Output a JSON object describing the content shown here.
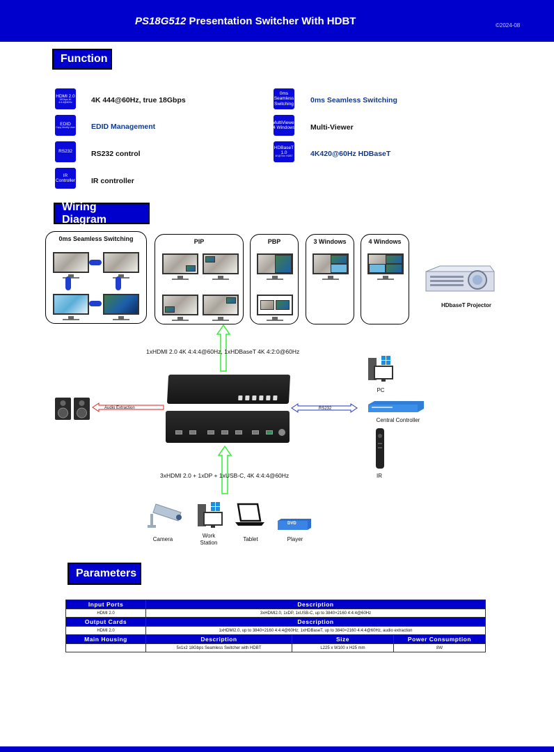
{
  "header": {
    "model": "PS18G512",
    "title_rest": " Presentation Switcher With HDBT",
    "copyright": "©2024-08"
  },
  "sections": {
    "function": "Function",
    "wiring": "Wiring Diagram",
    "parameters": "Parameters"
  },
  "features": [
    {
      "icon_title": "HDMI 2.0",
      "icon_sub": "18Gbps 4K 4:4:4@60Hz",
      "label": "4K 444@60Hz, true 18Gbps"
    },
    {
      "icon_title": "0ms Seamless Switching",
      "icon_sub": "",
      "label": "0ms Seamless Switching"
    },
    {
      "icon_title": "EDID",
      "icon_sub": "Copy Modify User",
      "label": "EDID Management"
    },
    {
      "icon_title": "MultiViewer 4 Windows",
      "icon_sub": "",
      "label": "Multi-Viewer"
    },
    {
      "icon_title": "RS232",
      "icon_sub": "",
      "label": "RS232 control"
    },
    {
      "icon_title": "HDBaseT 1.0",
      "icon_sub": "4K@70m HDBT",
      "label": "4K420@60Hz HDBaseT"
    },
    {
      "icon_title": "IR Controller",
      "icon_sub": "",
      "label": "IR controller"
    }
  ],
  "wiring": {
    "panels": {
      "seamless": "0ms Seamless Switching",
      "pip": "PIP",
      "pbp": "PBP",
      "three": "3 Windows",
      "four": "4 Windows"
    },
    "projector": "HDbaseT Projector",
    "output_caption": "1xHDMI 2.0  4K 4:4:4@60Hz,  1xHDBaseT 4K 4:2:0@60Hz",
    "input_caption": "3xHDMI 2.0 + 1xDP + 1xUSB-C,  4K 4:4:4@60Hz",
    "audio_label": "Audio Extraction",
    "rs232_label": "RS232",
    "pc": "PC",
    "controller": "Central Controller",
    "ir": "IR",
    "sources": [
      "Camera",
      "Work Station",
      "Tablet",
      "Player"
    ],
    "player_badge": "DVD"
  },
  "params": {
    "rows": [
      {
        "type": "hdr",
        "cells": [
          "Input Ports",
          "Description"
        ]
      },
      {
        "type": "row",
        "cells": [
          "HDMI 2.0",
          "3xHDMI2.0, 1xDP, 1xUSB-C, up to 3840×2160 4:4:4@60Hz"
        ]
      },
      {
        "type": "hdr",
        "cells": [
          "Output Cards",
          "Description"
        ]
      },
      {
        "type": "row",
        "cells": [
          "HDMI 2.0",
          "1xHDMI2.0, up to 3840×2160 4:4:4@60Hz; 1xHDBaseT, up to 3840×2160 4:4:4@60Hz, audio extraction"
        ]
      },
      {
        "type": "hdr4",
        "cells": [
          "Main Housing",
          "Description",
          "Size",
          "Power Consumption"
        ]
      },
      {
        "type": "row4",
        "cells": [
          "",
          "5x1x2 18Gbps Seamless Switcher with HDBT",
          "L225 x W100 x H25 mm",
          "8W"
        ]
      }
    ]
  },
  "colors": {
    "brand": "#0000cc",
    "arrow_green": "#33ee33",
    "arrow_red": "#dd2222",
    "arrow_blue": "#2233cc"
  }
}
